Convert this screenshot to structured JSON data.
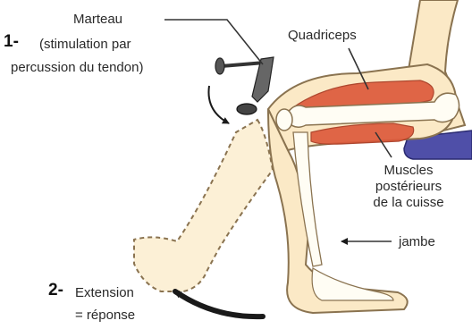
{
  "labels": {
    "marteau": "Marteau",
    "step1_number": "1-",
    "step1_line1": "(stimulation par",
    "step1_line2": "percussion du tendon)",
    "quadriceps": "Quadriceps",
    "posterior_line1": "Muscles",
    "posterior_line2": "postérieurs",
    "posterior_line3": "de la cuisse",
    "jambe": "jambe",
    "step2_number": "2-",
    "step2_line1": "Extension",
    "step2_line2": "= réponse"
  },
  "colors": {
    "skin": "#fbe9c6",
    "outline": "#8a7350",
    "bone": "#fffdf4",
    "muscle": "#dd5a3c",
    "chair": "#4f4fa8",
    "arrow": "#1a1a1a"
  }
}
